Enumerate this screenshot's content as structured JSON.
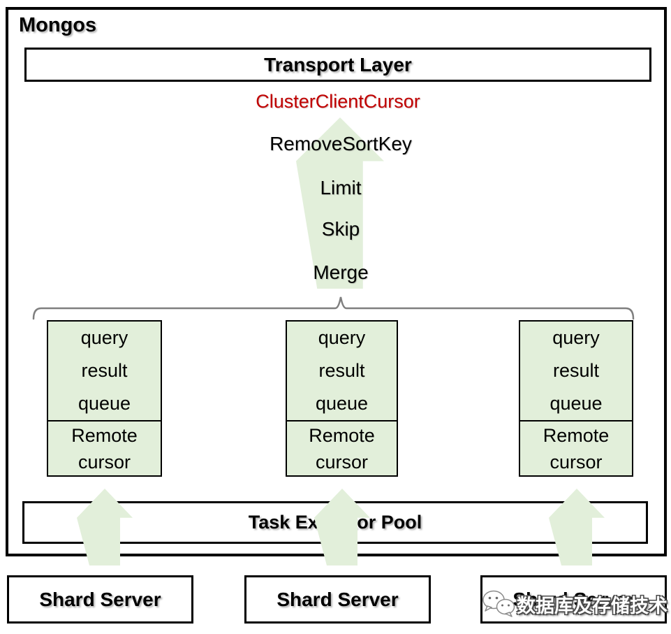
{
  "diagram_title": "Mongos",
  "transport_layer": {
    "label": "Transport Layer"
  },
  "cluster_client_cursor": {
    "label": "ClusterClientCursor",
    "color": "#c00000"
  },
  "stages": [
    "RemoveSortKey",
    "Limit",
    "Skip",
    "Merge"
  ],
  "query_queues": [
    {
      "queue_lines": [
        "query",
        "result",
        "queue"
      ],
      "cursor_lines": [
        "Remote",
        "cursor"
      ]
    },
    {
      "queue_lines": [
        "query",
        "result",
        "queue"
      ],
      "cursor_lines": [
        "Remote",
        "cursor"
      ]
    },
    {
      "queue_lines": [
        "query",
        "result",
        "queue"
      ],
      "cursor_lines": [
        "Remote",
        "cursor"
      ]
    }
  ],
  "task_executor": {
    "label": "Task Executor Pool"
  },
  "shard_servers": [
    {
      "label": "Shard Server"
    },
    {
      "label": "Shard Server"
    },
    {
      "label": "Shard Server"
    }
  ],
  "watermark": {
    "text": "数据库及存储技术",
    "icon": "wechat-logo-icon"
  },
  "colors": {
    "light_green": "#e2efda",
    "red_text": "#c00000",
    "brace_gray": "#7f7f7f",
    "border_black": "#000000"
  }
}
